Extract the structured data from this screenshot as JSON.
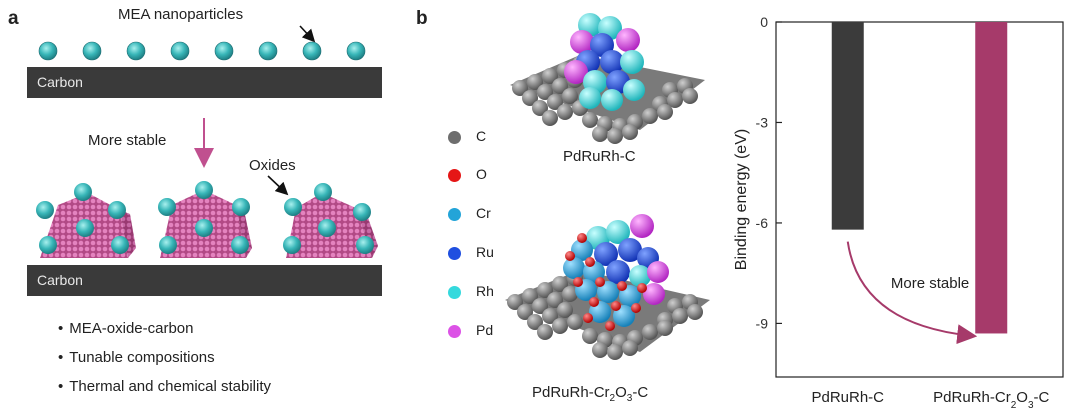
{
  "panel_a": {
    "letter": "a",
    "top_label": "MEA nanoparticles",
    "carbon_label": "Carbon",
    "arrow_label": "More stable",
    "oxides_label": "Oxides",
    "bullets": [
      "MEA-oxide-carbon",
      "Tunable compositions",
      "Thermal and chemical stability"
    ]
  },
  "panel_b": {
    "letter": "b",
    "model_top_label": "PdRuRh-C",
    "model_bottom_label_parts": [
      "PdRuRh-Cr",
      "2",
      "O",
      "3",
      "-C"
    ],
    "legend": [
      {
        "label": "C",
        "color": "#6e6e6e"
      },
      {
        "label": "O",
        "color": "#e51616"
      },
      {
        "label": "Cr",
        "color": "#23a4d8"
      },
      {
        "label": "Ru",
        "color": "#1f4fe0"
      },
      {
        "label": "Rh",
        "color": "#35d9dd"
      },
      {
        "label": "Pd",
        "color": "#dc52e6"
      }
    ]
  },
  "chart_data": {
    "type": "bar",
    "categories": [
      "PdRuRh-C",
      "PdRuRh-Cr2O3-C"
    ],
    "category_label_parts": [
      [
        "PdRuRh-C"
      ],
      [
        "PdRuRh-Cr",
        "2",
        "O",
        "3",
        "-C"
      ]
    ],
    "values": [
      -6.2,
      -9.3
    ],
    "colors": [
      "#3b3b3b",
      "#a63a6a"
    ],
    "ylabel": "Binding energy (eV)",
    "ylim": [
      -10.6,
      0
    ],
    "yticks": [
      0,
      -3,
      -6,
      -9
    ],
    "annotation": "More stable",
    "grid": false
  }
}
